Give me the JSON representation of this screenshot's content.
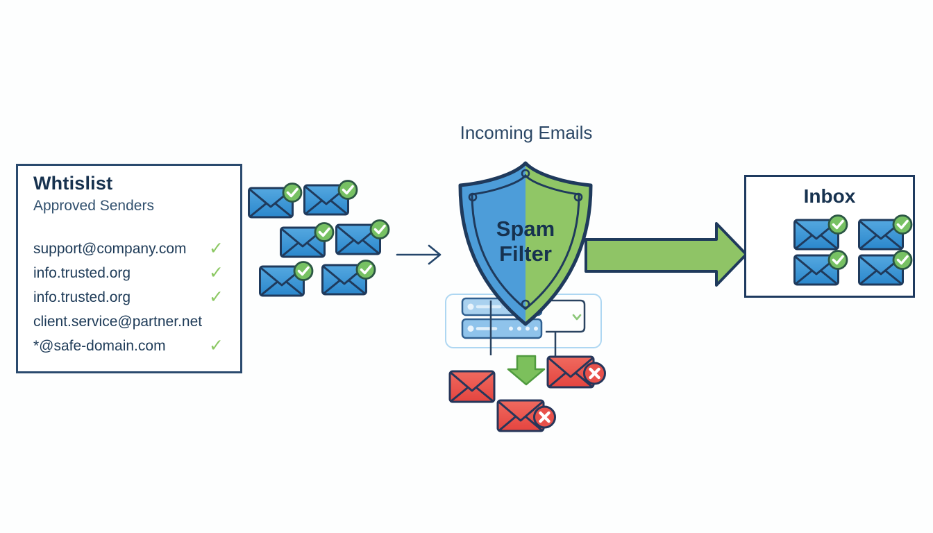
{
  "diagram_title": "Incoming Emails",
  "whitelist": {
    "title": "Whtislist",
    "subtitle": "Approved Senders",
    "check_glyph": "✓",
    "items": [
      {
        "text": "support@company.com",
        "approved": true
      },
      {
        "text": "info.trusted.org",
        "approved": true
      },
      {
        "text": "info.trusted.org",
        "approved": true
      },
      {
        "text": "client.service@partner.net",
        "approved": false
      },
      {
        "text": "*@safe-domain.com",
        "approved": true
      }
    ]
  },
  "spam_filter": {
    "label_line1": "Spam",
    "label_line2": "Filter"
  },
  "inbox": {
    "title": "Inbox",
    "approved_email_count": 4
  },
  "incoming_cluster": {
    "approved_email_count": 6
  },
  "spam_output": {
    "blocked_email_count": 3
  },
  "colors": {
    "navy_outline": "#1f3a5c",
    "text_navy": "#17324f",
    "envelope_blue": "#3494d6",
    "shield_blue": "#4d9dd9",
    "shield_green": "#90c666",
    "arrow_green": "#8fc466",
    "badge_green": "#77c163",
    "check_green": "#8cc863",
    "spam_red": "#e8514b",
    "server_bar_blue": "#a9d1ef",
    "container_light_blue": "#aed7f2"
  }
}
